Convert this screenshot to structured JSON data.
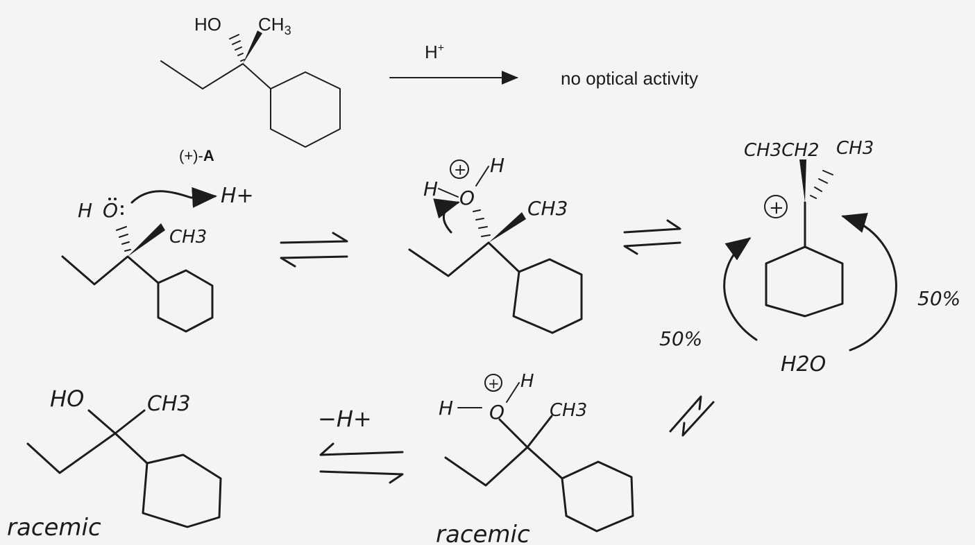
{
  "colors": {
    "background": "#f4f4f4",
    "ink": "#1c1c1c"
  },
  "top_reaction": {
    "ho": "HO",
    "ch3": "CH",
    "ch3_sub": "3",
    "reagent": "H",
    "reagent_sup": "+",
    "product": "no optical activity",
    "compound_prefix": "(+)-",
    "compound_label": "A"
  },
  "mechanism": {
    "step1": {
      "ho": "H",
      "o": "O",
      "lone": "¨",
      "h_plus": "H+",
      "ch3": "CH3"
    },
    "step2": {
      "h": "H",
      "o": "O",
      "h2": "H",
      "plus": "+",
      "ch3": "CH3"
    },
    "carbocation": {
      "left_groups": "CH3CH2",
      "ch3": "CH3",
      "plus": "+",
      "water": "H2O",
      "percent_left": "50%",
      "percent_right": "50%"
    },
    "step4": {
      "h": "H",
      "o": "O",
      "h2": "H",
      "plus": "+",
      "ch3": "CH3",
      "label": "racemic"
    },
    "minus_h": "−H+",
    "final": {
      "ho": "HO",
      "ch3": "CH3",
      "label": "racemic"
    }
  }
}
